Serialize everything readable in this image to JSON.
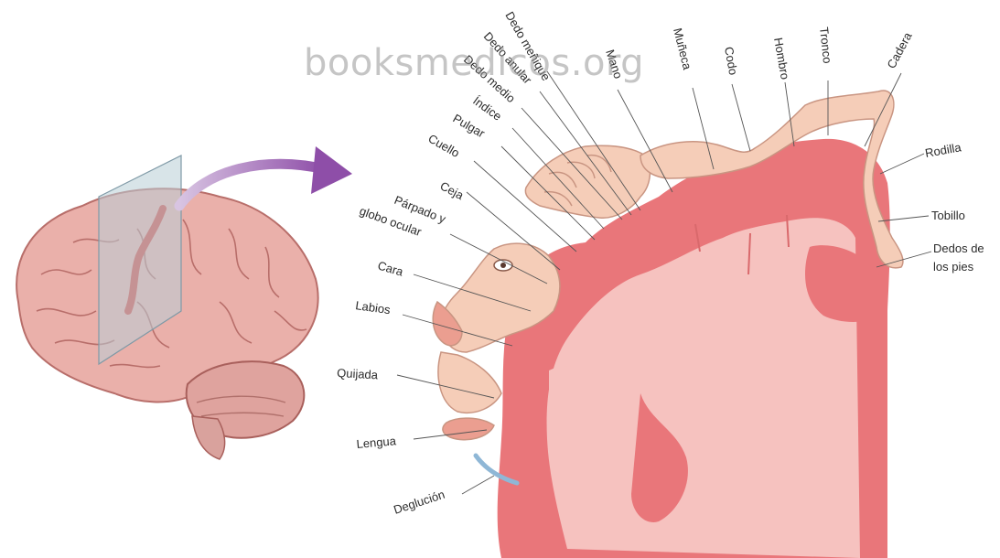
{
  "watermark": "booksmedicos.org",
  "labels": {
    "dedo_menique": "Dedo meñique",
    "dedo_anular": "Dedo anular",
    "dedo_medio": "Dedo medio",
    "indice": "Índice",
    "pulgar": "Pulgar",
    "cuello": "Cuello",
    "ceja": "Ceja",
    "parpado_1": "Párpado y",
    "parpado_2": "globo ocular",
    "cara": "Cara",
    "labios": "Labios",
    "quijada": "Quijada",
    "lengua": "Lengua",
    "deglucion": "Deglución",
    "mano": "Mano",
    "muneca": "Muñeca",
    "codo": "Codo",
    "hombro": "Hombro",
    "tronco": "Tronco",
    "cadera": "Cadera",
    "rodilla": "Rodilla",
    "tobillo": "Tobillo",
    "dedos_pies_1": "Dedos de",
    "dedos_pies_2": "los pies"
  },
  "colors": {
    "cortex_outer": "#e9767a",
    "cortex_inner": "#f6c2bf",
    "homunculus": "#f5cdb8",
    "brain": "#eab0aa",
    "motor_strip": "#d64b45",
    "plane": "#b8cdd6",
    "arrow": "#9a5bb0"
  }
}
